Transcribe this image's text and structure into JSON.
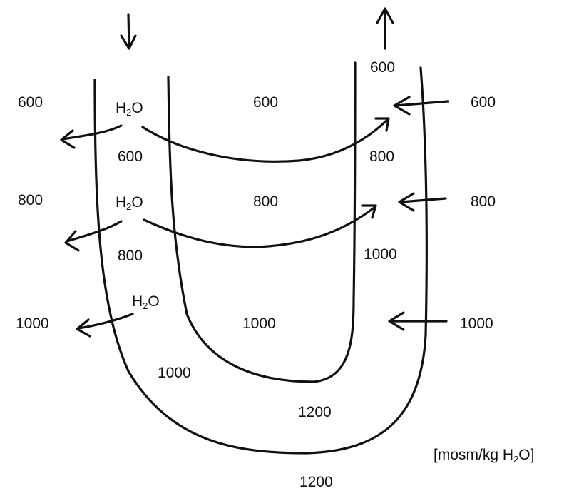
{
  "labels": {
    "left_600": "600",
    "left_800": "800",
    "left_1000": "1000",
    "desc_600": "600",
    "desc_800": "800",
    "bend_1000": "1000",
    "center_600": "600",
    "center_800": "800",
    "center_1000": "1000",
    "asc_top_600": "600",
    "asc_800": "800",
    "asc_1000": "1000",
    "right_600": "600",
    "right_800": "800",
    "right_1000": "1000",
    "inner_bottom_1200": "1200",
    "outer_bottom_1200": "1200"
  },
  "water": {
    "h": "H",
    "sub": "2",
    "o": "O"
  },
  "units": {
    "open": "[mosm/kg H",
    "sub": "2",
    "close": "O]"
  },
  "icons": {
    "flow_in": "down-arrow-icon",
    "flow_out": "up-arrow-icon"
  }
}
